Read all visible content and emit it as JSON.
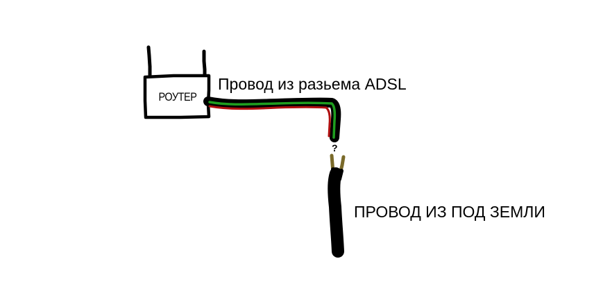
{
  "labels": {
    "router": "РОУТЕР",
    "adsl_wire": "Провод из разьема ADSL",
    "underground_wire": "ПРОВОД ИЗ ПОД ЗЕМЛИ",
    "unknown_mark": "?"
  },
  "colors": {
    "outline": "#000000",
    "wire_green": "#1f9e1f",
    "wire_red": "#b01010",
    "conductor_brass": "#7a6a2a",
    "background": "#ffffff"
  }
}
